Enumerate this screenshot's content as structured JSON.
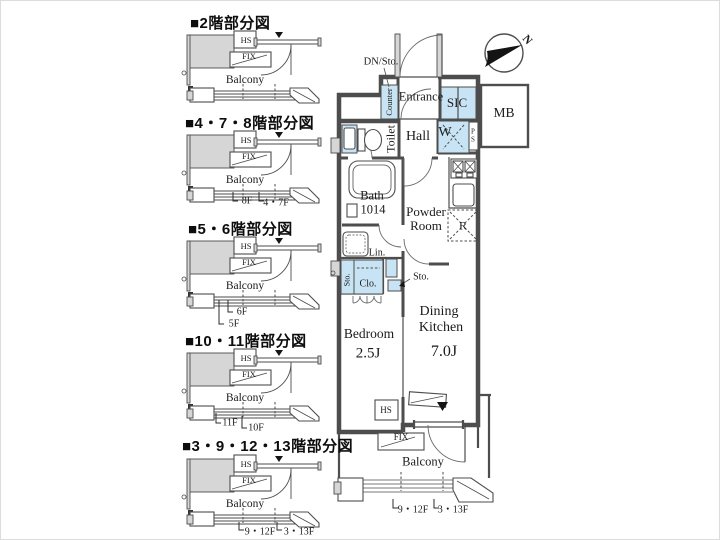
{
  "colors": {
    "accent_blue": "#c8e4f4",
    "wall": "#4d4d4d",
    "fill_gray": "#d6d6d6"
  },
  "compass": {
    "north": "N"
  },
  "partial_common": {
    "hs": "HS",
    "fix": "FIX",
    "balcony": "Balcony"
  },
  "partials": [
    {
      "title": "■2階部分図",
      "floor_labels": []
    },
    {
      "title": "■4・7・8階部分図",
      "floor_labels": [
        "8F",
        "4・7F"
      ]
    },
    {
      "title": "■5・6階部分図",
      "floor_labels": [
        "6F",
        "5F"
      ]
    },
    {
      "title": "■10・11階部分図",
      "floor_labels": [
        "11F",
        "10F"
      ]
    },
    {
      "title": "■3・9・12・13階部分図",
      "floor_labels": [
        "9・12F",
        "3・13F"
      ]
    }
  ],
  "main_plan": {
    "dn_sto": "DN/Sto.",
    "counter": "Counter",
    "entrance": "Entrance",
    "sic": "SIC",
    "mb": "MB",
    "toilet": "Toilet",
    "hall": "Hall",
    "w_closet": "W",
    "ps": "P\nS",
    "bath_line1": "Bath",
    "bath_line2": "1014",
    "powder_line1": "Powder",
    "powder_line2": "Room",
    "lin": "Lin.",
    "sto_left": "Sto.",
    "clo": "Clo.",
    "sto_callout": "Sto.",
    "fridge": "R",
    "bedroom": "Bedroom",
    "bedroom_size": "2.5J",
    "dk_line1": "Dining",
    "dk_line2": "Kitchen",
    "dk_size": "7.0J",
    "hs": "HS",
    "fix": "FIX",
    "balcony": "Balcony",
    "floor_labels": [
      "9・12F",
      "3・13F"
    ]
  }
}
